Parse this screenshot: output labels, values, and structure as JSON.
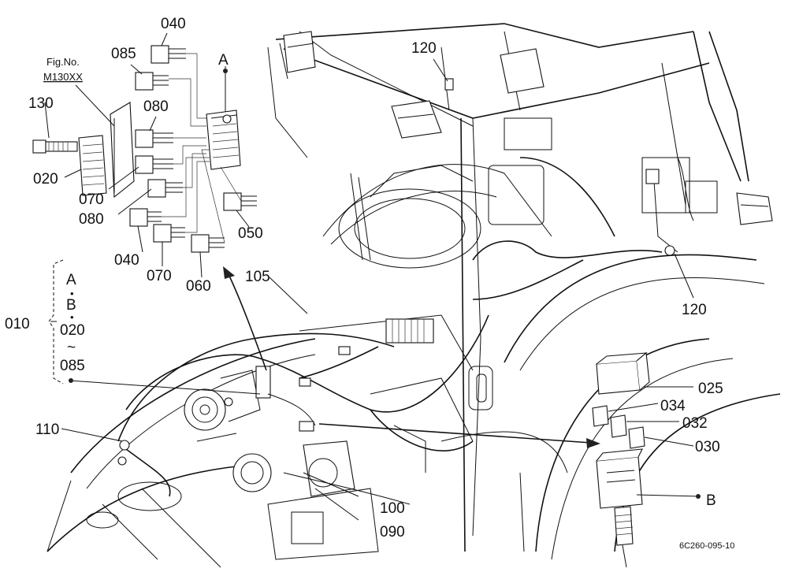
{
  "figure": {
    "fig_no_label": "Fig.No.",
    "fig_no_value": "M130XX",
    "drawing_id": "6C260-095-10"
  },
  "callouts": {
    "p040a": "040",
    "p085": "085",
    "p080a": "080",
    "p130": "130",
    "p020": "020",
    "p070a": "070",
    "p080b": "080",
    "p050": "050",
    "p040b": "040",
    "p070b": "070",
    "p060": "060",
    "p105": "105",
    "p120a": "120",
    "p120b": "120",
    "p110": "110",
    "p100": "100",
    "p090": "090",
    "p025": "025",
    "p034": "034",
    "p032": "032",
    "p030": "030",
    "ref_a": "A",
    "ref_b": "B"
  },
  "group_010": {
    "label": "010",
    "line1": "A",
    "line2": "B",
    "line3": "020",
    "tilde": "~",
    "line4": "085"
  },
  "colors": {
    "ink": "#111111",
    "paper": "#ffffff"
  }
}
